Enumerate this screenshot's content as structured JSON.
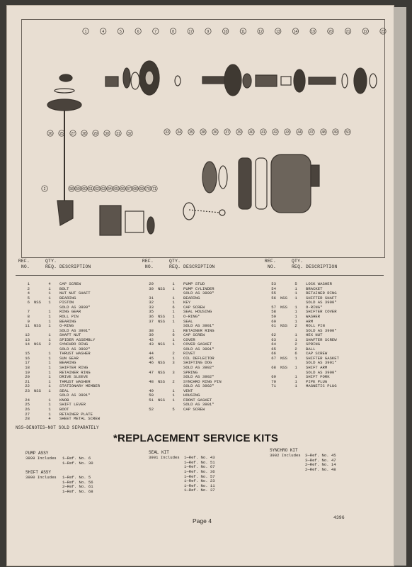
{
  "headers": {
    "ref": "REF.",
    "no": "NO.",
    "qty": "QTY.",
    "req": "REQ.",
    "desc": "DESCRIPTION"
  },
  "columns": [
    [
      [
        "1",
        "",
        "4",
        "CAP SCREW"
      ],
      [
        "2",
        "",
        "1",
        "BOLT"
      ],
      [
        "4",
        "",
        "1",
        "NUT NUT SHAFT"
      ],
      [
        "5",
        "",
        "1",
        "BEARING"
      ],
      [
        "6",
        "NSS",
        "1",
        "PISTON"
      ],
      [
        "",
        "",
        "",
        "SOLD AS 3899*"
      ],
      [
        "7",
        "",
        "1",
        "RING GEAR"
      ],
      [
        "8",
        "",
        "1",
        "ROLL PIN"
      ],
      [
        "9",
        "",
        "1",
        "BEARING"
      ],
      [
        "11",
        "NSS",
        "1",
        "O-RING"
      ],
      [
        "",
        "",
        "",
        "SOLD AS 3901*"
      ],
      [
        "12",
        "",
        "1",
        "SHAFT NUT"
      ],
      [
        "13",
        "",
        "1",
        "SPIDER ASSEMBLY"
      ],
      [
        "14",
        "NSS",
        "2",
        "SYNCHRO RING"
      ],
      [
        "",
        "",
        "",
        "SOLD AS 3902*"
      ],
      [
        "15",
        "",
        "1",
        "THRUST WASHER"
      ],
      [
        "16",
        "",
        "1",
        "SUN GEAR"
      ],
      [
        "17",
        "",
        "1",
        "BEARING"
      ],
      [
        "18",
        "",
        "1",
        "SHIFTER RING"
      ],
      [
        "19",
        "",
        "1",
        "RETAINER RING"
      ],
      [
        "20",
        "",
        "1",
        "DRIVE SLEEVE"
      ],
      [
        "21",
        "",
        "1",
        "THRUST WASHER"
      ],
      [
        "22",
        "",
        "1",
        "STATIONARY MEMBER"
      ],
      [
        "23",
        "NSS",
        "1",
        "SEAL"
      ],
      [
        "",
        "",
        "",
        "SOLD AS 3901*"
      ],
      [
        "24",
        "",
        "1",
        "KNOB"
      ],
      [
        "25",
        "",
        "1",
        "SHIFT LEVER"
      ],
      [
        "26",
        "",
        "1",
        "BOOT"
      ],
      [
        "27",
        "",
        "1",
        "RETAINER PLATE"
      ],
      [
        "28",
        "",
        "4",
        "SHEET METAL SCREW"
      ]
    ],
    [
      [
        "29",
        "",
        "1",
        "PUMP STUD"
      ],
      [
        "30",
        "NSS",
        "1",
        "PUMP CYLINDER"
      ],
      [
        "",
        "",
        "",
        "SOLD AS 3899*"
      ],
      [
        "31",
        "",
        "1",
        "BEARING"
      ],
      [
        "32",
        "",
        "1",
        "KEY"
      ],
      [
        "33",
        "",
        "6",
        "CAP SCREW"
      ],
      [
        "",
        "",
        "",
        ""
      ],
      [
        "35",
        "",
        "1",
        "SEAL HOUSING"
      ],
      [
        "",
        "",
        "",
        ""
      ],
      [
        "36",
        "NSS",
        "1",
        "O-RING*"
      ],
      [
        "37",
        "NSS",
        "1",
        "SEAL"
      ],
      [
        "",
        "",
        "",
        "SOLD AS 3901*"
      ],
      [
        "38",
        "",
        "1",
        "RETAINER RING"
      ],
      [
        "39",
        "",
        "6",
        "CAP SCREW"
      ],
      [
        "",
        "",
        "",
        ""
      ],
      [
        "42",
        "",
        "1",
        "COVER"
      ],
      [
        "43",
        "NSS",
        "1",
        "COVER GASKET"
      ],
      [
        "",
        "",
        "",
        "SOLD AS 3901*"
      ],
      [
        "44",
        "",
        "2",
        "RIVET"
      ],
      [
        "45",
        "",
        "1",
        "OIL DEFLECTOR"
      ],
      [
        "46",
        "NSS",
        "3",
        "SHIFTING DOG"
      ],
      [
        "",
        "",
        "",
        "SOLD AS 3902*"
      ],
      [
        "47",
        "NSS",
        "3",
        "SPRING"
      ],
      [
        "",
        "",
        "",
        "SOLD AS 3902*"
      ],
      [
        "48",
        "NSS",
        "2",
        "SYNCHRO RING PIN"
      ],
      [
        "",
        "",
        "",
        "SOLD AS 3902*"
      ],
      [
        "49",
        "",
        "1",
        "VENT"
      ],
      [
        "50",
        "",
        "1",
        "HOUSING"
      ],
      [
        "51",
        "NSS",
        "1",
        "FRONT GASKET"
      ],
      [
        "",
        "",
        "",
        "SOLD AS 3901*"
      ],
      [
        "52",
        "",
        "5",
        "CAP SCREW"
      ]
    ],
    [
      [
        "53",
        "",
        "5",
        "LOCK WASHER"
      ],
      [
        "54",
        "",
        "1",
        "BRACKET"
      ],
      [
        "55",
        "",
        "1",
        "RETAINER RING"
      ],
      [
        "",
        "",
        "",
        ""
      ],
      [
        "56",
        "NSS",
        "1",
        "SHIFTER SHAFT"
      ],
      [
        "",
        "",
        "",
        "SOLD AS 3900*"
      ],
      [
        "57",
        "NSS",
        "1",
        "O-RING*"
      ],
      [
        "58",
        "",
        "1",
        "SHIFTER COVER"
      ],
      [
        "59",
        "",
        "1",
        "WASHER"
      ],
      [
        "60",
        "",
        "1",
        "ARM"
      ],
      [
        "61",
        "NSS",
        "2",
        "ROLL PIN"
      ],
      [
        "",
        "",
        "",
        "SOLD AS 3900*"
      ],
      [
        "62",
        "",
        "1",
        "HEX NUT"
      ],
      [
        "63",
        "",
        "1",
        "SHAFTER SCREW"
      ],
      [
        "64",
        "",
        "2",
        "SPRING"
      ],
      [
        "65",
        "",
        "2",
        "BALL"
      ],
      [
        "66",
        "",
        "6",
        "CAP SCREW"
      ],
      [
        "67",
        "NSS",
        "1",
        "SHIFTER GASKET"
      ],
      [
        "",
        "",
        "",
        "SOLD AS 3901*"
      ],
      [
        "68",
        "NSS",
        "1",
        "SHIFT ARM"
      ],
      [
        "",
        "",
        "",
        "SOLD AS 3900*"
      ],
      [
        "69",
        "",
        "1",
        "SHIFT FORK"
      ],
      [
        "70",
        "",
        "1",
        "PIPE PLUG"
      ],
      [
        "71",
        "",
        "1",
        "MAGNETIC PLUG"
      ]
    ]
  ],
  "nss_note": "NSS—DENOTES—NOT SOLD SEPARATELY",
  "kits_title": "*REPLACEMENT SERVICE KITS",
  "kits": {
    "pump": {
      "title": "PUMP ASSY",
      "num": "3899",
      "includes": "Includes",
      "items": [
        "1—Ref. No. 6",
        "1—Ref. No. 30"
      ]
    },
    "seal": {
      "title": "SEAL KIT",
      "num": "3901",
      "includes": "Includes",
      "items": [
        "1—Ref. No. 43",
        "1—Ref. No. 51",
        "1—Ref. No. 67",
        "1—Ref. No. 36",
        "1—Ref. No. 57",
        "1—Ref. No. 23",
        "1—Ref. No. 11",
        "1—Ref. No. 37"
      ]
    },
    "shift": {
      "title": "SHIFT ASSY",
      "num": "3900",
      "includes": "Includes",
      "items": [
        "1—Ref. No. 5",
        "1—Ref. No. 56",
        "2—Ref. No. 61",
        "1—Ref. No. 68"
      ]
    },
    "synchro": {
      "title": "SYNCHRO KIT",
      "num": "3902",
      "includes": "Includes",
      "items": [
        "3—Ref. No. 45",
        "3—Ref. No. 47",
        "2—Ref. No. 14",
        "2—Ref. No. 48"
      ]
    }
  },
  "page_label": "Page 4",
  "doc_number": "4396",
  "callouts": {
    "top": [
      "1",
      "4",
      "5",
      "6",
      "7",
      "8",
      "17",
      "9",
      "10",
      "11",
      "12",
      "13",
      "14",
      "19",
      "20",
      "21",
      "22",
      "23"
    ],
    "left": [
      "26",
      "25",
      "27",
      "28",
      "29",
      "30",
      "31",
      "32"
    ],
    "mid": [
      "33",
      "34",
      "35",
      "38",
      "36",
      "37",
      "39",
      "40",
      "41",
      "42",
      "43",
      "44",
      "47",
      "48",
      "49",
      "50"
    ],
    "shift": [
      "2",
      "58",
      "59",
      "60",
      "61",
      "62",
      "63",
      "64",
      "65",
      "66",
      "67",
      "68",
      "69",
      "70",
      "71"
    ]
  }
}
